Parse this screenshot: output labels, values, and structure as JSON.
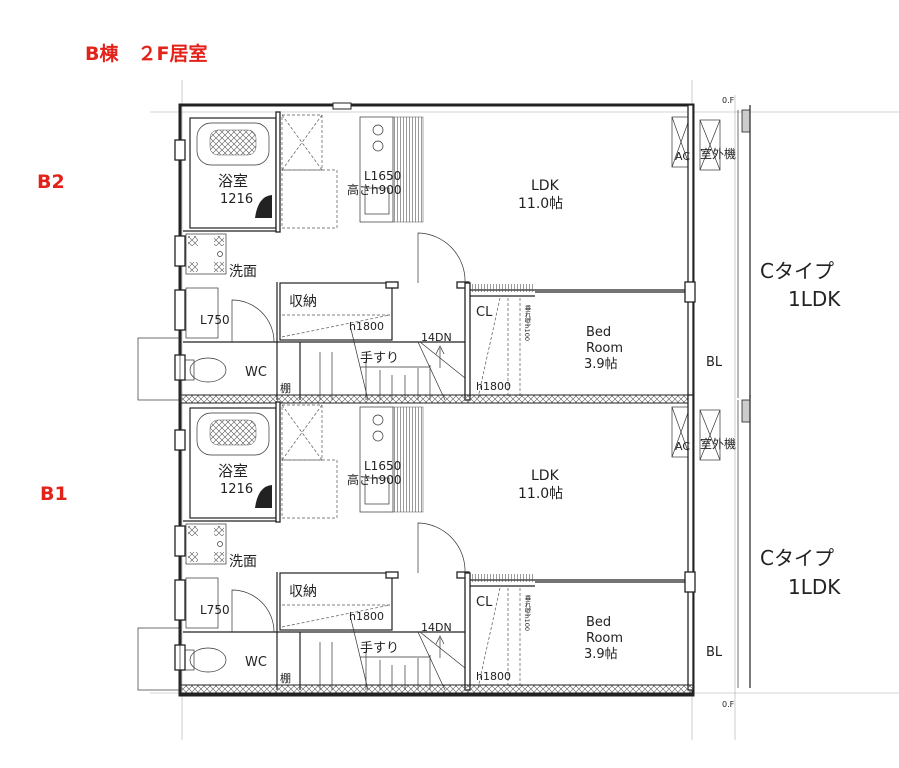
{
  "title": "B棟　２F居室",
  "units": [
    {
      "unit_label": "B2",
      "type_label": "Cタイプ",
      "layout_label": "1LDK",
      "rooms": {
        "bath": "浴室",
        "bath_size": "1216",
        "kitchen_length": "L1650",
        "kitchen_height": "高さh900",
        "ldk": "LDK",
        "ldk_size": "11.0帖",
        "washroom": "洗面",
        "vanity": "L750",
        "storage": "収納",
        "storage_height": "h1800",
        "stairs": "14DN",
        "handrail": "手すり",
        "toilet": "WC",
        "shelf": "棚",
        "closet": "CL",
        "closet_height": "h1800",
        "hanging_wall": "垂れ壁h100",
        "bedroom_1": "Bed",
        "bedroom_2": "Room",
        "bedroom_size": "3.9帖",
        "ac": "AC",
        "outdoor_unit": "室外機",
        "balcony": "BL"
      }
    },
    {
      "unit_label": "B1",
      "type_label": "Cタイプ",
      "layout_label": "1LDK",
      "rooms": {
        "bath": "浴室",
        "bath_size": "1216",
        "kitchen_length": "L1650",
        "kitchen_height": "高さh900",
        "ldk": "LDK",
        "ldk_size": "11.0帖",
        "washroom": "洗面",
        "vanity": "L750",
        "storage": "収納",
        "storage_height": "h1800",
        "stairs": "14DN",
        "handrail": "手すり",
        "toilet": "WC",
        "shelf": "棚",
        "closet": "CL",
        "closet_height": "h1800",
        "hanging_wall": "垂れ壁h100",
        "bedroom_1": "Bed",
        "bedroom_2": "Room",
        "bedroom_size": "3.9帖",
        "ac": "AC",
        "outdoor_unit": "室外機",
        "balcony": "BL"
      }
    }
  ],
  "floor_marks": [
    "0.F",
    "0.F"
  ]
}
